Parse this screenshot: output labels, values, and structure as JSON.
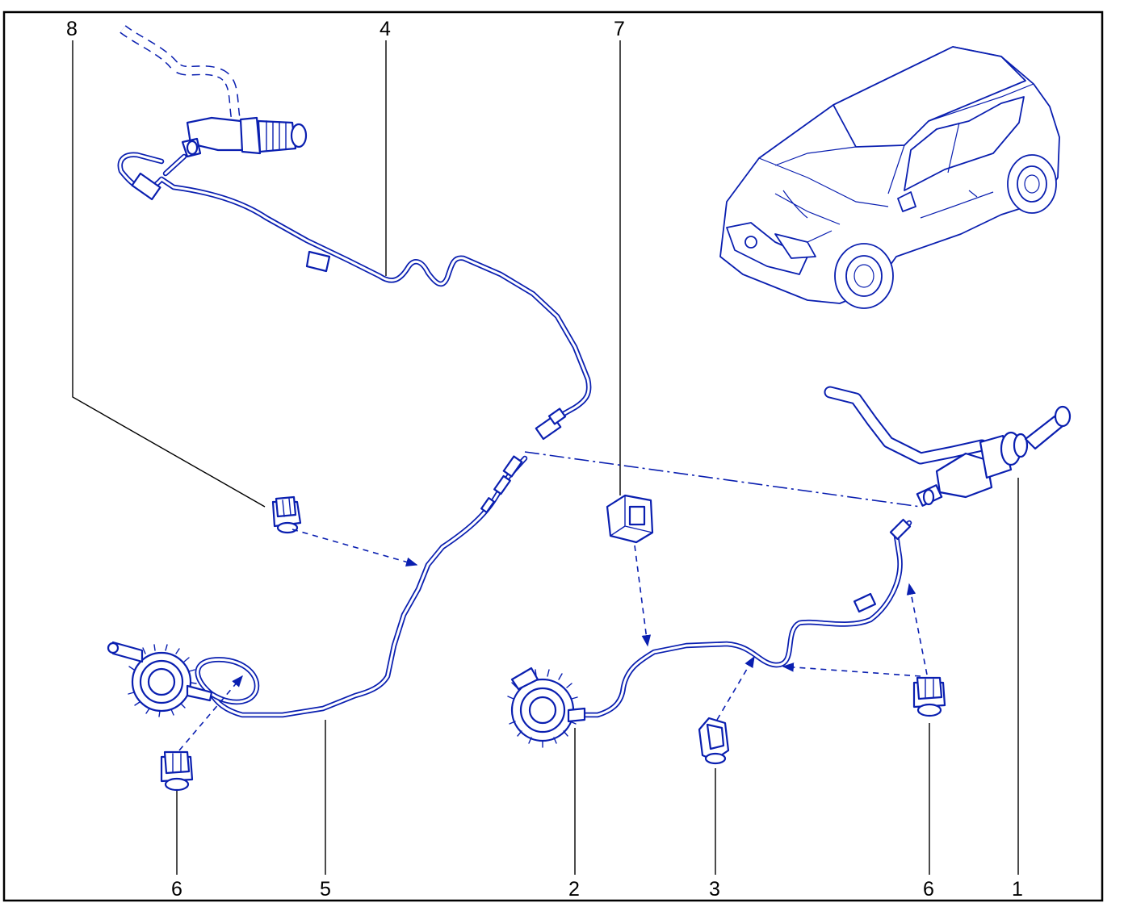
{
  "diagram": {
    "callouts": {
      "top_left": "8",
      "top_pipe": "4",
      "top_center": "7",
      "bottom_clip_left": "6",
      "bottom_pipe_left": "5",
      "bottom_bearing_right": "2",
      "bottom_clip_small": "3",
      "bottom_clip_right": "6",
      "bottom_master_cylinder": "1"
    },
    "colors": {
      "line_art": "#0a1fb0",
      "frame": "#000000",
      "background": "#ffffff"
    }
  }
}
